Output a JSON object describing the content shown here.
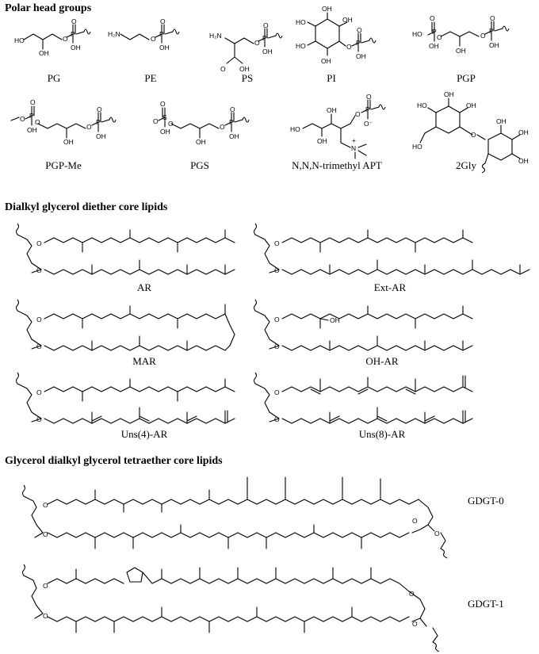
{
  "sections": {
    "polar_head_groups": "Polar head groups",
    "diether": "Dialkyl glycerol diether core lipids",
    "tetraether": "Glycerol dialkyl glycerol tetraether core lipids"
  },
  "labels": {
    "PG": "PG",
    "PE": "PE",
    "PS": "PS",
    "PI": "PI",
    "PGP": "PGP",
    "PGPMe": "PGP-Me",
    "PGS": "PGS",
    "APT": "N,N,N-trimethyl APT",
    "Gly2": "2Gly",
    "AR": "AR",
    "ExtAR": "Ext-AR",
    "MAR": "MAR",
    "OHAR": "OH-AR",
    "Uns4AR": "Uns(4)-AR",
    "Uns8AR": "Uns(8)-AR",
    "GDGT0": "GDGT-0",
    "GDGT1": "GDGT-1"
  },
  "atoms": {
    "HO": "HO",
    "OH": "OH",
    "O": "O",
    "P": "P",
    "S": "S",
    "H2N": "H₂N",
    "N": "N",
    "Ominus": "O⁻",
    "plus": "+"
  }
}
